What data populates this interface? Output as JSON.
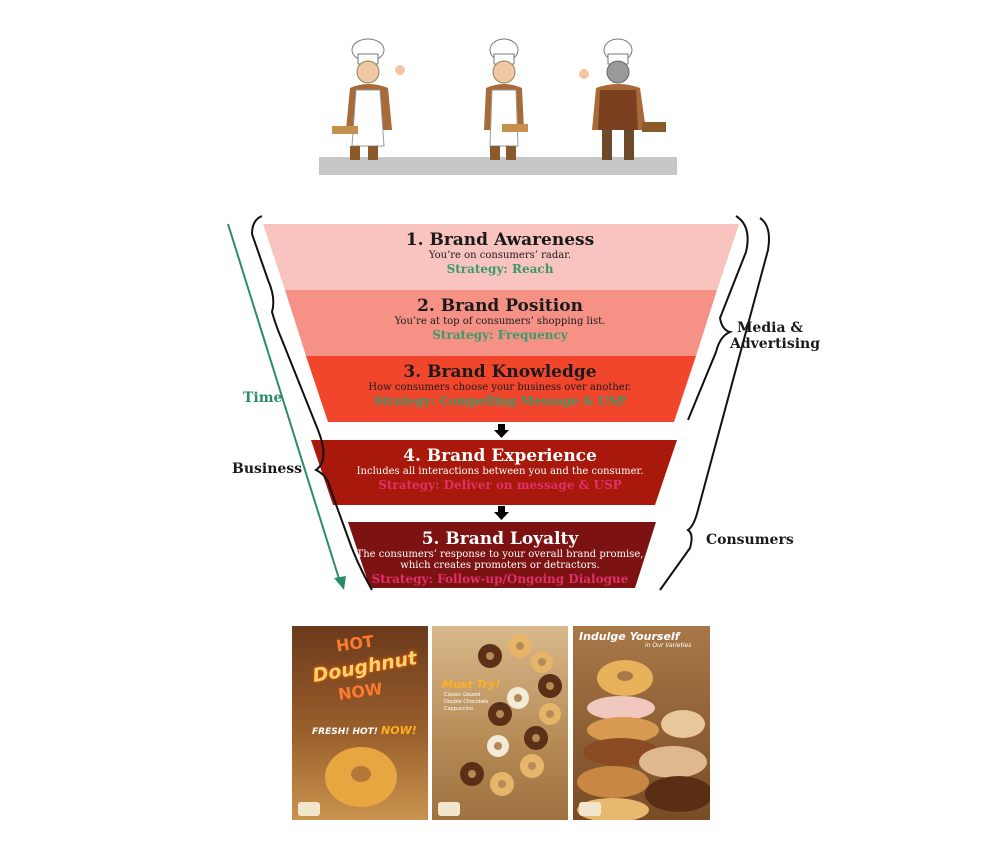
{
  "funnel": {
    "tiers": [
      {
        "title": "1. Brand Awareness",
        "desc": "You’re on consumers’ radar.",
        "strategy": "Strategy: Reach",
        "color": "#f9c3c0",
        "strategy_color": "#3a9a6a"
      },
      {
        "title": "2. Brand Position",
        "desc": "You’re at top of consumers’ shopping list.",
        "strategy": "Strategy: Frequency",
        "color": "#f69186",
        "strategy_color": "#3a9a6a"
      },
      {
        "title": "3. Brand Knowledge",
        "desc": "How consumers choose your business over another.",
        "strategy": "Strategy: Compelling Message & USP",
        "color": "#f2462c",
        "strategy_color": "#3a9a6a"
      },
      {
        "title": "4. Brand Experience",
        "desc": "Includes all interactions between you and the consumer.",
        "strategy": "Strategy: Deliver on message & USP",
        "color": "#a8180b",
        "strategy_color": "#e0306a"
      },
      {
        "title": "5. Brand Loyalty",
        "desc_line1": "The consumers’ response to your overall brand promise,",
        "desc_line2": "which creates promoters or detractors.",
        "strategy": "Strategy: Follow-up/Ongoing Dialogue",
        "color": "#7d1212",
        "strategy_color": "#e0306a"
      }
    ]
  },
  "labels": {
    "time": "Time",
    "business": "Business",
    "media_line1": "Media &",
    "media_line2": "Advertising",
    "consumers": "Consumers"
  },
  "posters": {
    "p1_hot": "HOT",
    "p1_doughnut": "Doughnut",
    "p1_now": "NOW",
    "p1_fresh": "FRESH! HOT!",
    "p1_now2": "NOW!",
    "p2_must": "Must Try!",
    "p2_v1": "Classic Glazed",
    "p2_v2": "Double Chocolate",
    "p2_v3": "Cappuccino",
    "p3_indulge": "Indulge Yourself",
    "p3_sub": "in Our Varieties"
  },
  "colors": {
    "time_arrow": "#2e8b6a",
    "bracket": "#111111"
  }
}
